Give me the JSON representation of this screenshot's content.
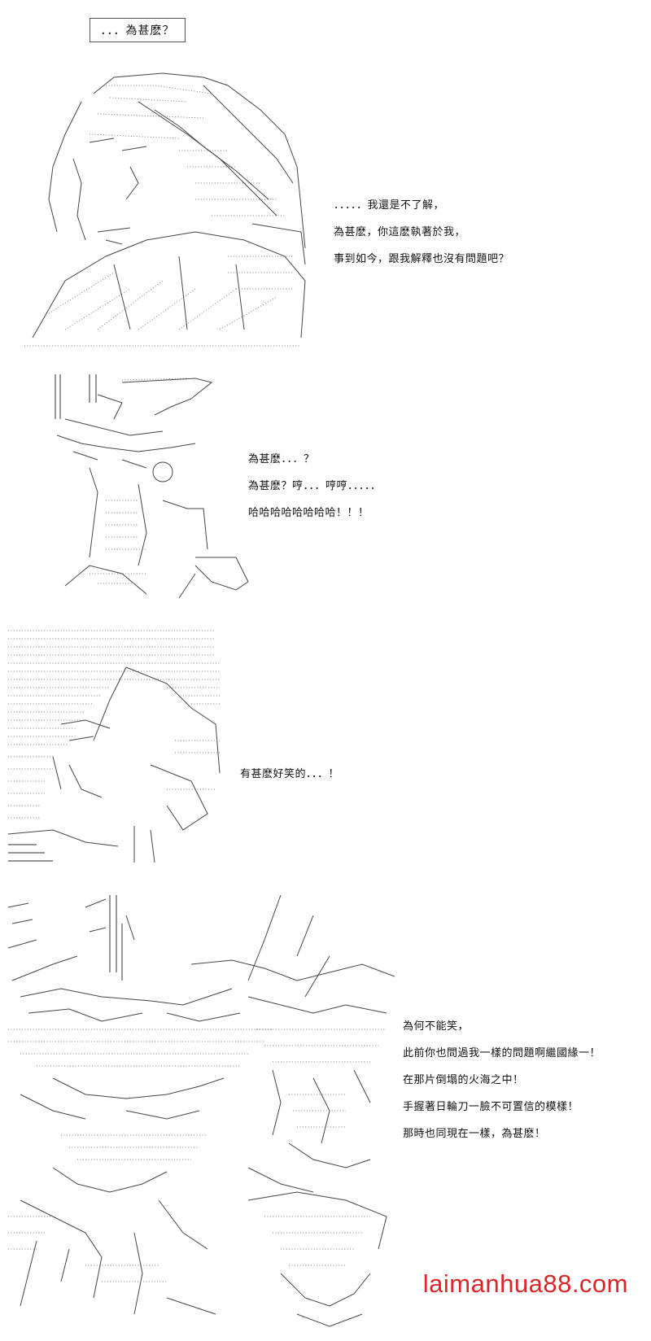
{
  "caption": "．．．為甚麽？",
  "panels": [
    {
      "lines": [
        "．．．．．我還是不了解，",
        "為甚麽，你這麽執著於我，",
        "事到如今，跟我解釋也沒有問題吧？"
      ]
    },
    {
      "lines": [
        "為甚麽．．．？",
        "為甚麽？哼．．．哼哼．．．．．",
        "哈哈哈哈哈哈哈哈！！！"
      ]
    },
    {
      "lines": [
        "有甚麽好笑的．．．！"
      ]
    },
    {
      "lines": [
        "為何不能笑，",
        "此前你也問過我一樣的問題啊繼國緣一！",
        "在那片倒塌的火海之中！",
        "手握著日輪刀一臉不可置信的模樣！",
        "那時也同現在一樣，為甚麽！"
      ]
    }
  ],
  "watermark": "laimanhua88.com"
}
